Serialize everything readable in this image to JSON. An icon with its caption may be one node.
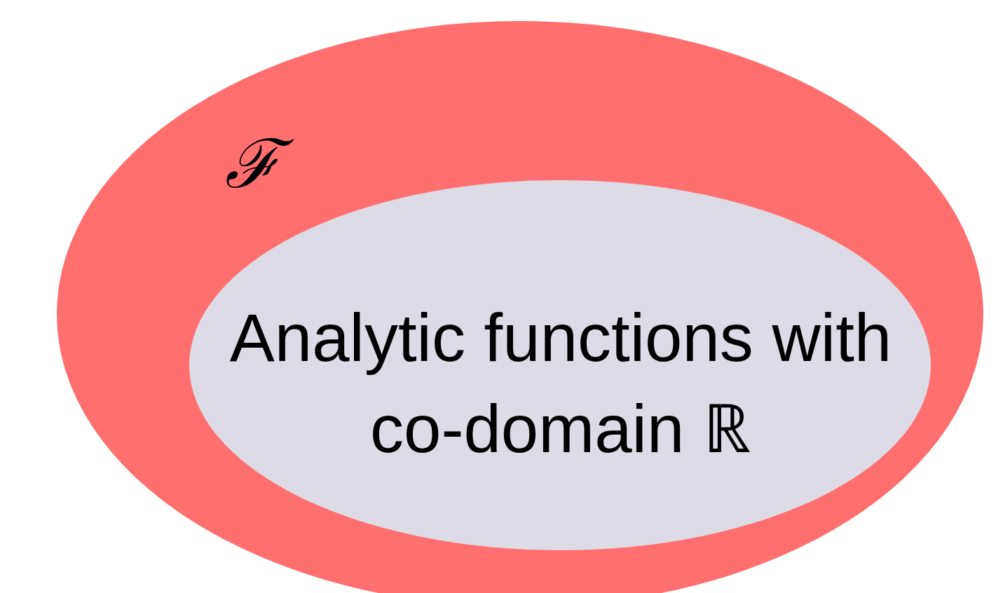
{
  "diagram": {
    "nodes": [
      {
        "text": [
          "ℱ"
        ]
      },
      {
        "text": [
          "Analytic functions with co-domain ℝ"
        ],
        "in": 0
      }
    ]
  }
}
